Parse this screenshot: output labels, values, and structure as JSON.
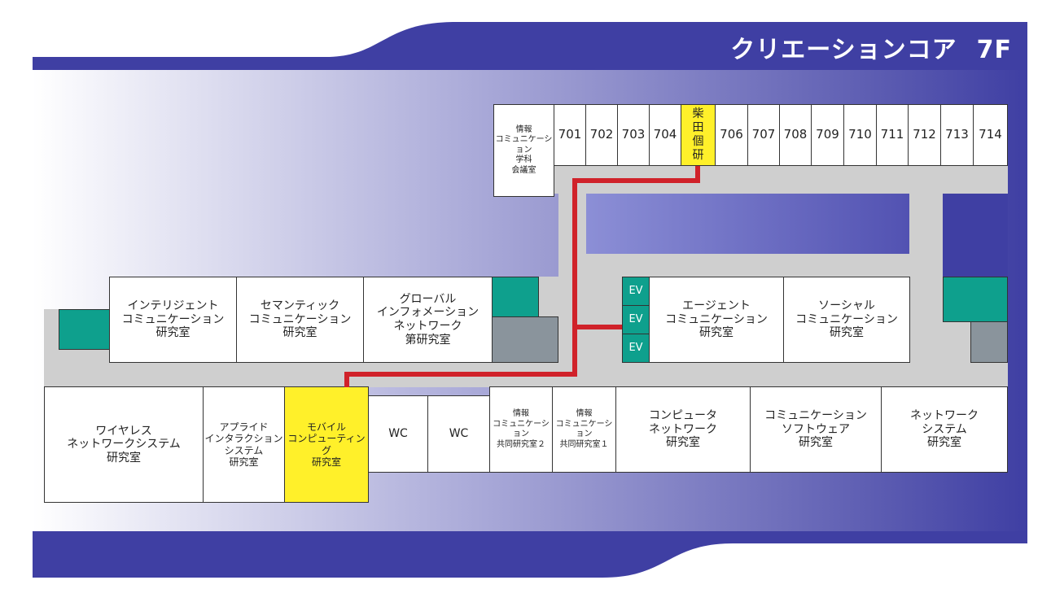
{
  "title": {
    "name": "クリエーションコア",
    "floor": "7F"
  },
  "colors": {
    "band": "#3f3fa3",
    "highlight": "#fff02a",
    "elevator": "#0ea08d",
    "route": "#d0222a",
    "corridor": "#cfcfcf",
    "stair": "#8a949c"
  },
  "rooms": {
    "meeting": "情報\nコミュニケーション\n学科\n会議室",
    "r701": "701",
    "r702": "702",
    "r703": "703",
    "r704": "704",
    "shibata": "柴\n田\n個\n研",
    "r706": "706",
    "r707": "707",
    "r708": "708",
    "r709": "709",
    "r710": "710",
    "r711": "711",
    "r712": "712",
    "r713": "713",
    "r714": "714",
    "intelligent": "インテリジェント\nコミュニケーション\n研究室",
    "semantic": "セマンティック\nコミュニケーション\n研究室",
    "global": "グローバル\nインフォメーション\nネットワーク\n第研究室",
    "ev1": "EV",
    "ev2": "EV",
    "ev3": "EV",
    "agent": "エージェント\nコミュニケーション\n研究室",
    "social": "ソーシャル\nコミュニケーション\n研究室",
    "wireless": "ワイヤレス\nネットワークシステム\n研究室",
    "applied": "アプライド\nインタラクション\nシステム\n研究室",
    "mobile": "モバイル\nコンピューティング\n研究室",
    "wc1": "WC",
    "wc2": "WC",
    "joint2": "情報\nコミュニケーション\n共同研究室２",
    "joint1": "情報\nコミュニケーション\n共同研究室１",
    "computer_net": "コンピュータ\nネットワーク\n研究室",
    "comm_software": "コミュニケーション\nソフトウェア\n研究室",
    "network_system": "ネットワーク\nシステム\n研究室"
  }
}
